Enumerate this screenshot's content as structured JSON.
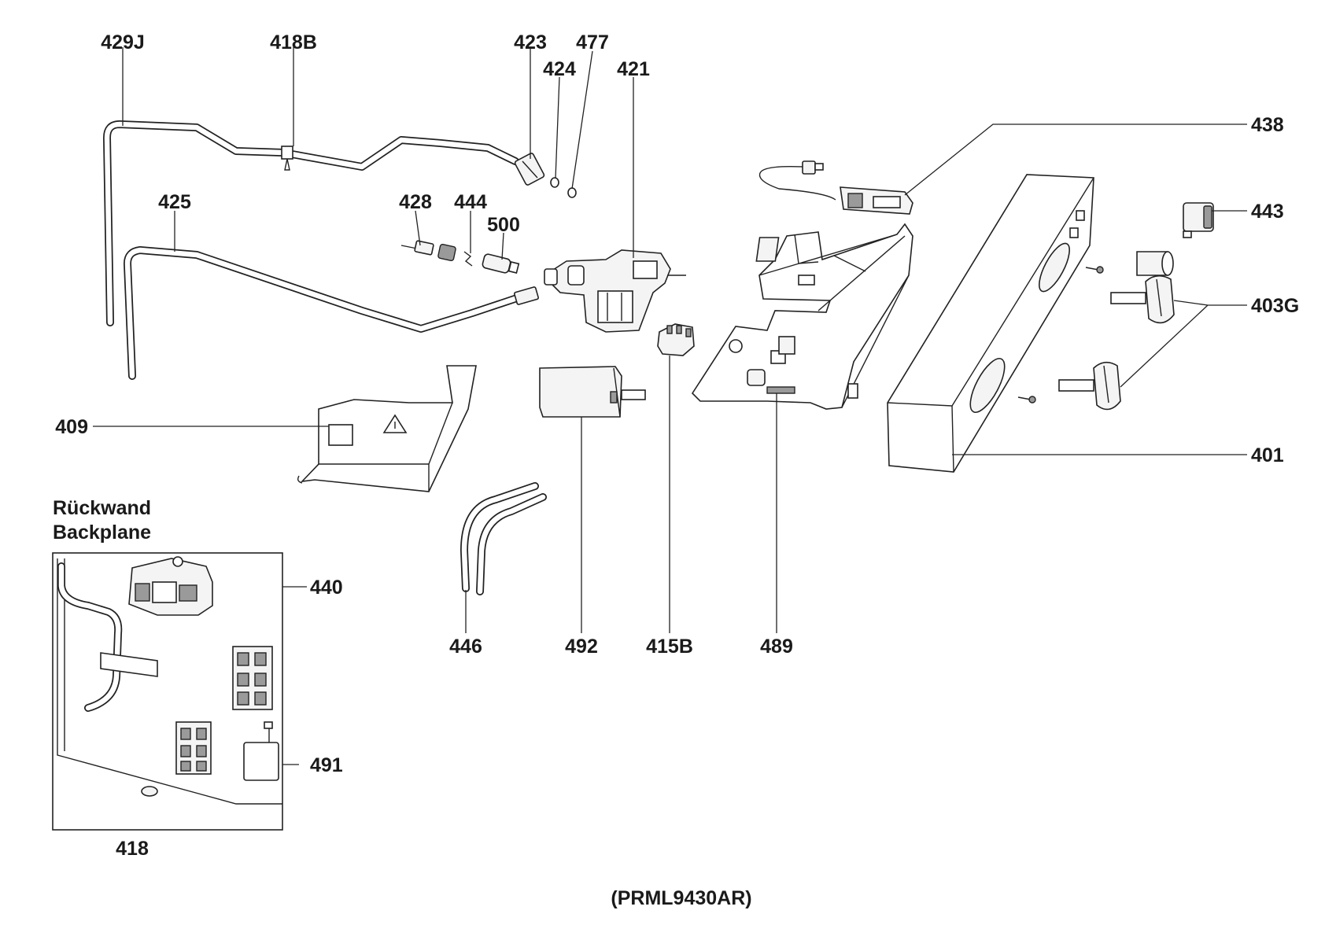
{
  "labels": {
    "l429J": "429J",
    "l418B": "418B",
    "l423": "423",
    "l477": "477",
    "l424": "424",
    "l421": "421",
    "l438": "438",
    "l443": "443",
    "l403G": "403G",
    "l401": "401",
    "l425": "425",
    "l428": "428",
    "l444": "444",
    "l500": "500",
    "l409": "409",
    "l446": "446",
    "l492": "492",
    "l415B": "415B",
    "l489": "489",
    "l440": "440",
    "l491": "491",
    "l418": "418"
  },
  "inset": {
    "title_de": "Rückwand",
    "title_en": "Backplane"
  },
  "model": "(PRML9430AR)"
}
